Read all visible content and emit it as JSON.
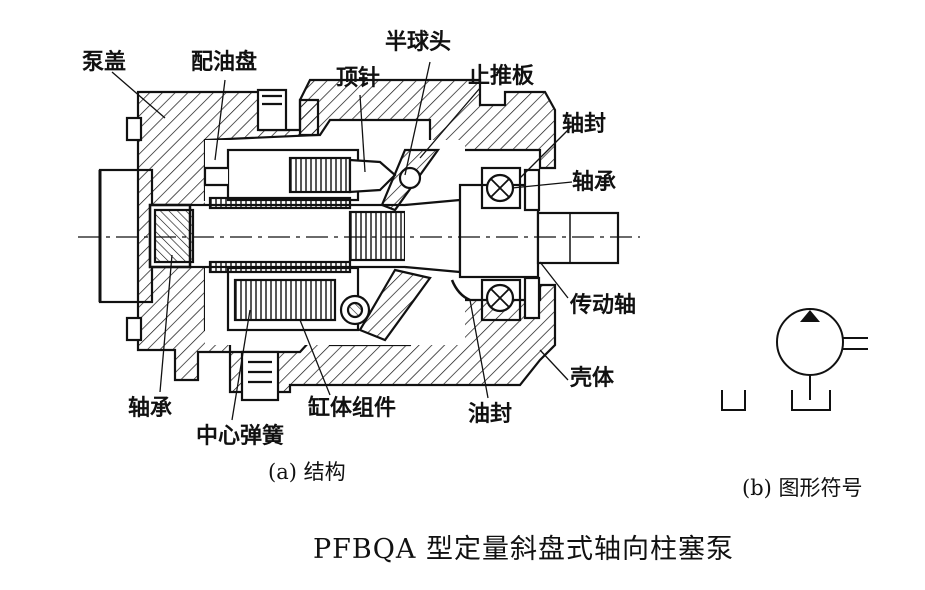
{
  "labels": {
    "pump_cover": "泵盖",
    "port_plate": "配油盘",
    "half_ball": "半球头",
    "ejector_pin": "顶针",
    "thrust_plate": "止推板",
    "shaft_seal": "轴封",
    "bearing_right": "轴承",
    "drive_shaft": "传动轴",
    "housing": "壳体",
    "oil_seal": "油封",
    "cylinder_assembly": "缸体组件",
    "bearing_left": "轴承",
    "center_spring": "中心弹簧"
  },
  "captions": {
    "structure": "(a) 结构",
    "symbol": "(b) 图形符号"
  },
  "title": "PFBQA 型定量斜盘式轴向柱塞泵"
}
